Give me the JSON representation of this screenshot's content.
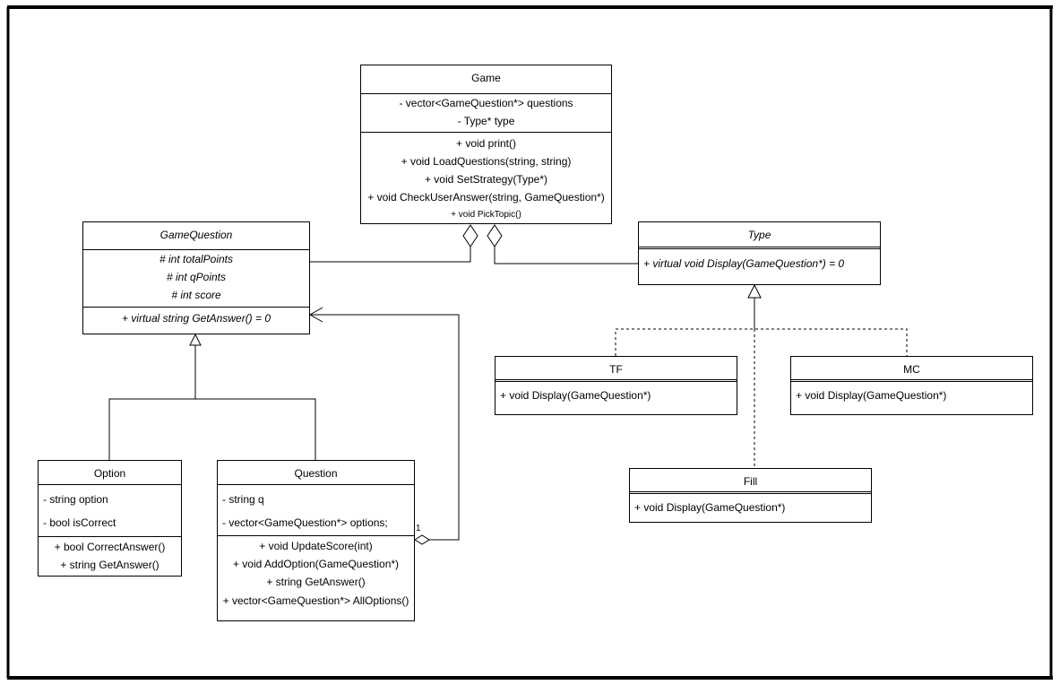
{
  "diagram": {
    "classes": {
      "game": {
        "name": "Game",
        "attributes": [
          "- vector<GameQuestion*> questions",
          "- Type* type"
        ],
        "methods": [
          "+ void print()",
          "+ void LoadQuestions(string, string)",
          "+ void SetStrategy(Type*)",
          "+ void CheckUserAnswer(string, GameQuestion*)",
          "+ void PickTopic()"
        ]
      },
      "game_question": {
        "name": "GameQuestion",
        "abstract": true,
        "attributes": [
          "# int totalPoints",
          "# int qPoints",
          "# int score"
        ],
        "methods": [
          "+ virtual string GetAnswer() = 0"
        ]
      },
      "type": {
        "name": "Type",
        "abstract": true,
        "methods": [
          "+ virtual void Display(GameQuestion*) = 0"
        ]
      },
      "tf": {
        "name": "TF",
        "methods": [
          "+ void Display(GameQuestion*)"
        ]
      },
      "mc": {
        "name": "MC",
        "methods": [
          "+ void Display(GameQuestion*)"
        ]
      },
      "fill": {
        "name": "Fill",
        "methods": [
          "+ void Display(GameQuestion*)"
        ]
      },
      "option": {
        "name": "Option",
        "attributes": [
          "- string option",
          "- bool isCorrect"
        ],
        "methods": [
          "+ bool CorrectAnswer()",
          "+ string GetAnswer()"
        ]
      },
      "question": {
        "name": "Question",
        "attributes": [
          "- string q",
          "- vector<GameQuestion*> options;"
        ],
        "methods": [
          "+ void UpdateScore(int)",
          "+ void AddOption(GameQuestion*)",
          "+ string GetAnswer()",
          "+ vector<GameQuestion*> AllOptions()"
        ]
      }
    },
    "relations": {
      "question_options_multiplicity": "1"
    },
    "colors": {
      "line": "#000000",
      "background": "#ffffff"
    }
  }
}
